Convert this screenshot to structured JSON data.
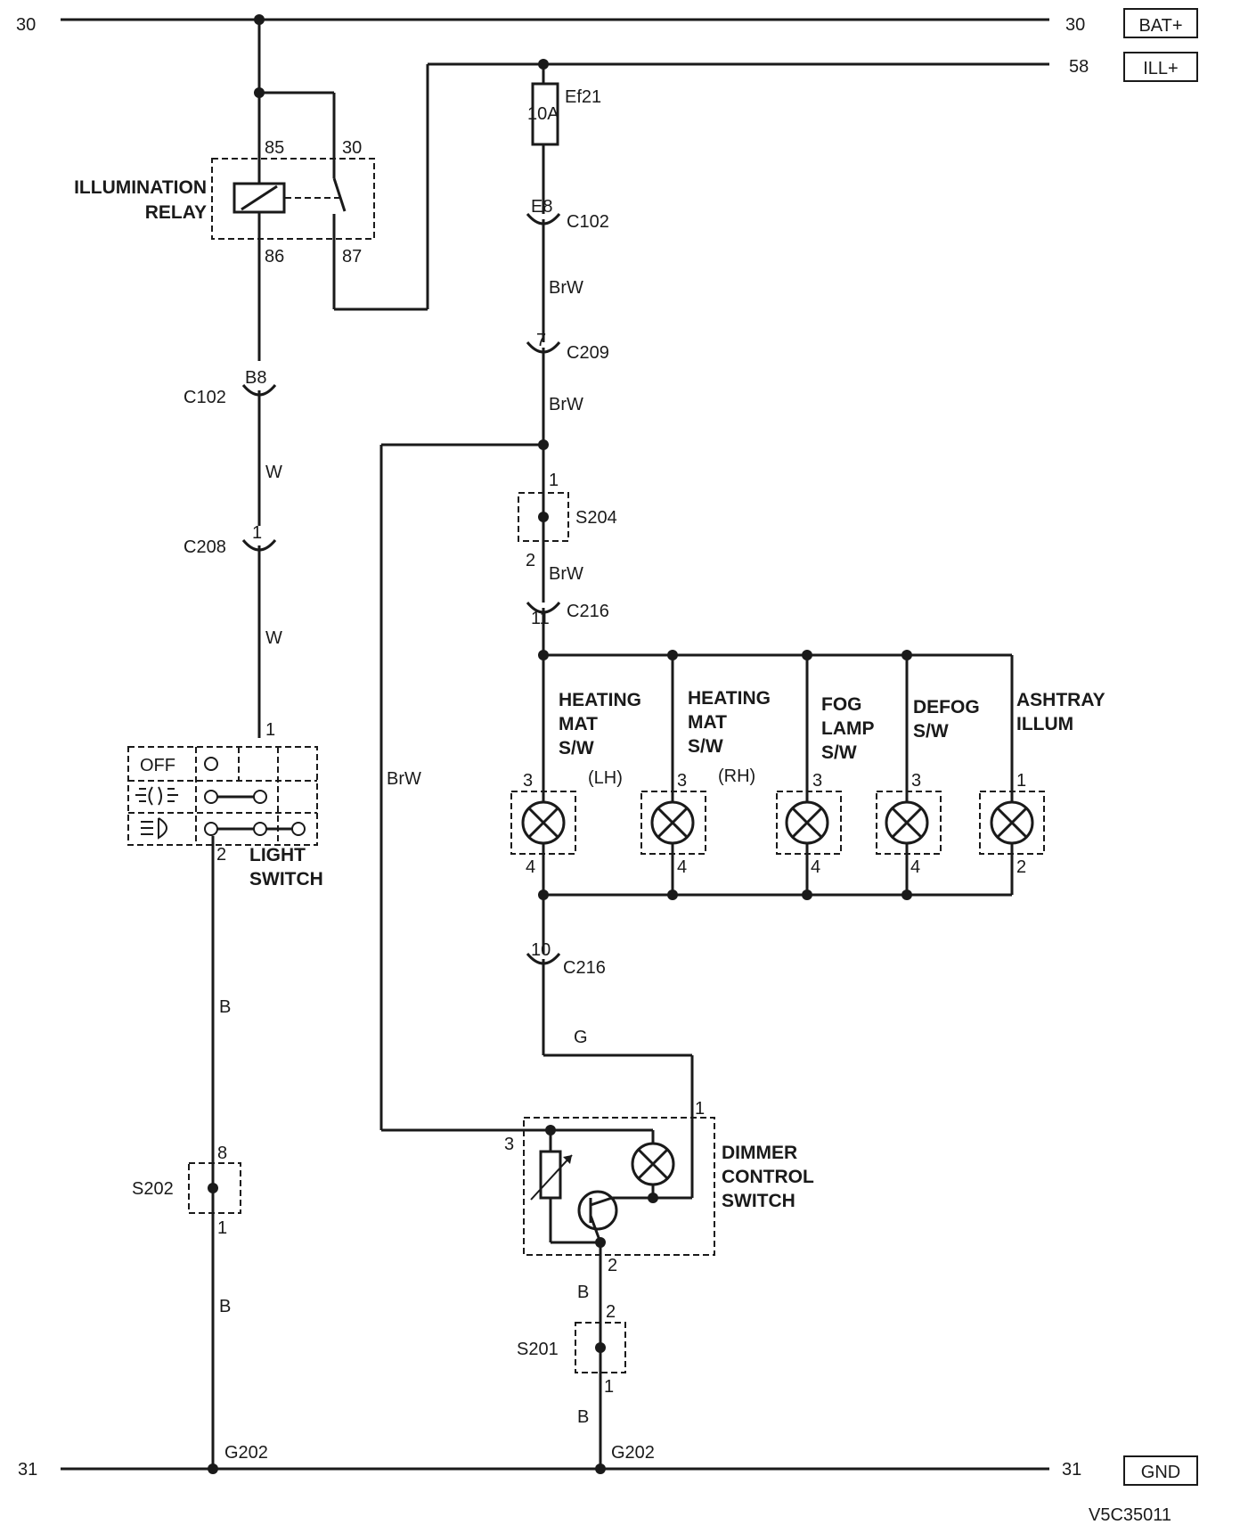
{
  "rails": {
    "top_left_num": "30",
    "top_right_num": "30",
    "top_tag": "BAT+",
    "ill_num": "58",
    "ill_tag": "ILL+",
    "bottom_left_num": "31",
    "bottom_right_num": "31",
    "bottom_tag": "GND"
  },
  "relay": {
    "title_line1": "ILLUMINATION",
    "title_line2": "RELAY",
    "pin_85": "85",
    "pin_30": "30",
    "pin_86": "86",
    "pin_87": "87"
  },
  "fuse": {
    "name": "Ef21",
    "rating": "10A"
  },
  "connectors": {
    "c102_left_pin": "B8",
    "c102_left": "C102",
    "c102_right_pin": "E8",
    "c102_right": "C102",
    "c208_pin": "1",
    "c208": "C208",
    "c209_pin": "7",
    "c209": "C209",
    "c216_top_pin": "11",
    "c216_top": "C216",
    "c216_bottom_pin": "10",
    "c216_bottom": "C216"
  },
  "splices": {
    "s204": "S204",
    "s204_pin_top": "1",
    "s204_pin_bottom": "2",
    "s202": "S202",
    "s202_pin_top": "8",
    "s202_pin_bottom": "1",
    "s201": "S201",
    "s201_pin_top": "2",
    "s201_pin_bottom": "1"
  },
  "wires": {
    "brw_1": "BrW",
    "brw_2": "BrW",
    "brw_3": "BrW",
    "brw_left": "BrW",
    "w_1": "W",
    "w_2": "W",
    "b_1": "B",
    "b_2": "B",
    "b_3": "B",
    "b_4": "B",
    "g": "G"
  },
  "light_switch": {
    "title_line1": "LIGHT",
    "title_line2": "SWITCH",
    "off": "OFF",
    "pin_top": "1",
    "pin_bottom": "2"
  },
  "lamps": [
    {
      "line1": "HEATING",
      "line2": "MAT",
      "line3": "S/W",
      "side": "(LH)",
      "pin_top": "3",
      "pin_bottom": "4"
    },
    {
      "line1": "HEATING",
      "line2": "MAT",
      "line3": "S/W",
      "side": "(RH)",
      "pin_top": "3",
      "pin_bottom": "4"
    },
    {
      "line1": "FOG",
      "line2": "LAMP",
      "line3": "S/W",
      "side": "",
      "pin_top": "3",
      "pin_bottom": "4"
    },
    {
      "line1": "DEFOG",
      "line2": "S/W",
      "line3": "",
      "side": "",
      "pin_top": "3",
      "pin_bottom": "4"
    },
    {
      "line1": "ASHTRAY",
      "line2": "ILLUM",
      "line3": "",
      "side": "",
      "pin_top": "1",
      "pin_bottom": "2"
    }
  ],
  "dimmer": {
    "title_line1": "DIMMER",
    "title_line2": "CONTROL",
    "title_line3": "SWITCH",
    "pin_1": "1",
    "pin_2": "2",
    "pin_3": "3"
  },
  "grounds": {
    "left": "G202",
    "right": "G202"
  },
  "figure_code": "V5C35011",
  "icons": {
    "lamp": "lamp-icon",
    "relay_coil": "relay-coil-icon",
    "transistor": "transistor-icon",
    "rheostat": "rheostat-icon",
    "parking_light": "parking-light-icon",
    "headlight": "headlight-icon"
  }
}
